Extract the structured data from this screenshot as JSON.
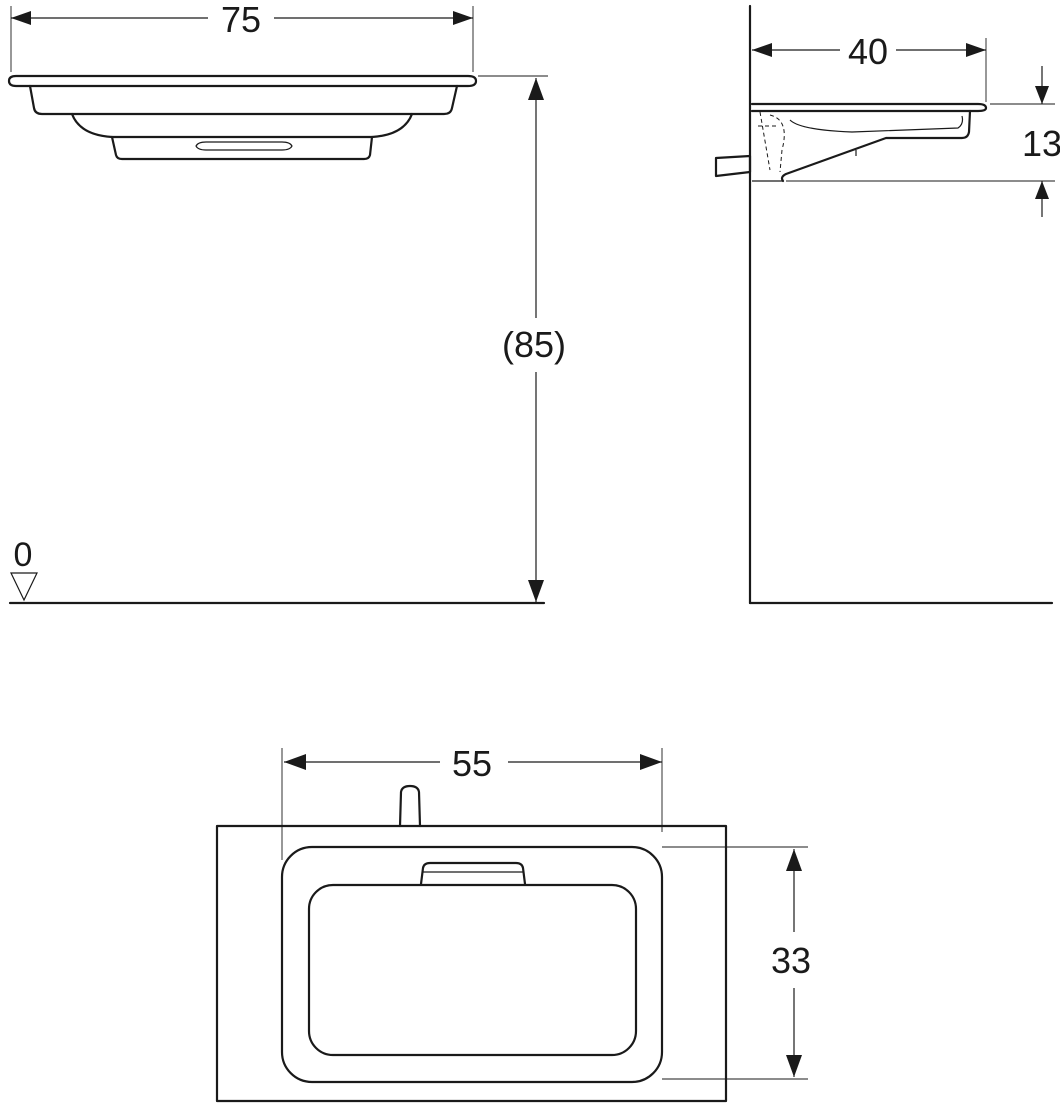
{
  "front_view": {
    "width_label": "75",
    "height_label": "(85)",
    "floor_label": "0"
  },
  "side_view": {
    "depth_label": "40",
    "thickness_label": "13"
  },
  "top_view": {
    "bowl_width_label": "55",
    "bowl_depth_label": "33"
  }
}
